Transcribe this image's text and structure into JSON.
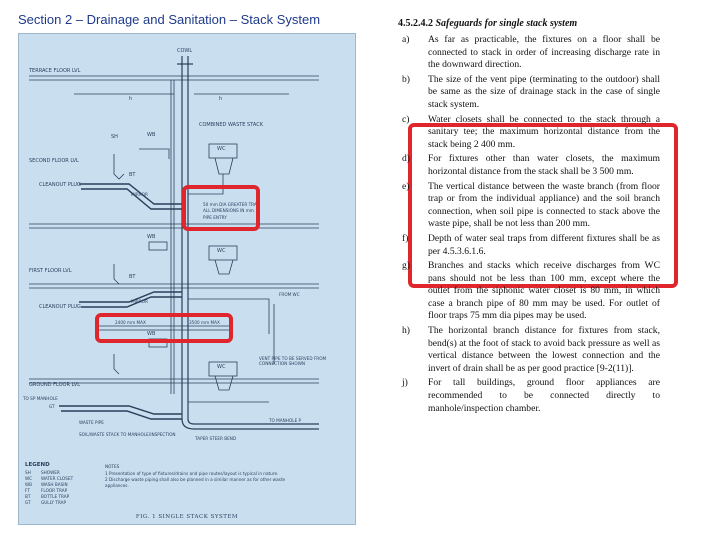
{
  "slide_title": "Section 2 – Drainage and Sanitation – Stack System",
  "figure": {
    "caption": "FIG. 1 SINGLE STACK SYSTEM",
    "labels": {
      "terrace": "TERRACE FLOOR LVL",
      "cowl": "COWL",
      "h1": "h",
      "h2": "h",
      "combined_stack": "COMBINED WASTE STACK",
      "second_floor": "SECOND FLOOR LVL",
      "first_floor": "FIRST FLOOR LVL",
      "ground_floor": "GROUND FLOOR LVL",
      "cleanout_plug_1": "CLEANOUT PLUG",
      "cleanout_plug_2": "CLEANOUT PLUG",
      "wb_1": "WB",
      "wb_2": "WB",
      "wb_3": "WB",
      "wc_1": "WC",
      "wc_2": "WC",
      "wc_3": "WC",
      "bt_1": "BT",
      "bt_2": "BT",
      "sh": "SH",
      "fr_note": "50 mm DIA GREATER TRAP",
      "ft_note": "ALL DIMENSIONS IN mm",
      "pipe_entry": "PIPE ENTRY",
      "mirror_1": "MIRROR",
      "mirror_2": "MIRROR",
      "from_wc": "FROM WC",
      "dim_label_1": "2400 mm MAX",
      "dim_label_2": "3500 mm MAX",
      "vent_note": "VENT PIPE TO BE SERVED FROM CONNECTION SHOWN",
      "to_manhole": "TO SP MANHOLE",
      "waste_pipe": "WASTE PIPE",
      "soil_stack": "SOIL/WASTE STACK TO MANHOLE/INSPECTION",
      "taper": "TAPER STEER BEND",
      "to_manhole_2": "TO MANHOLE P",
      "gt": "GT"
    },
    "legend": {
      "title": "LEGEND",
      "items": [
        {
          "abbr": "SH",
          "desc": "SHOWER"
        },
        {
          "abbr": "WC",
          "desc": "WATER CLOSET"
        },
        {
          "abbr": "WB",
          "desc": "WASH BASIN"
        },
        {
          "abbr": "FT",
          "desc": "FLOOR TRAP"
        },
        {
          "abbr": "BT",
          "desc": "BOTTLE TRAP"
        },
        {
          "abbr": "GT",
          "desc": "GULLY TRAP"
        }
      ],
      "notes_title": "NOTES",
      "notes": [
        "1  Presentation of type of fixtures/drains and pipe routes/layout is typical in nature.",
        "2  Discharge waste piping shall also be planned in a similar manner as for other waste",
        "   appliances."
      ]
    }
  },
  "document": {
    "heading_number": "4.5.2.4.2",
    "heading_title": "Safeguards for single stack system",
    "items": [
      {
        "label": "a)",
        "text": "As far as practicable, the fixtures on a floor shall be connected to stack in order of increasing discharge rate in the downward direction."
      },
      {
        "label": "b)",
        "text": "The size of the vent pipe (terminating to the outdoor) shall be same as the size of drainage stack in the case of single stack system."
      },
      {
        "label": "c)",
        "text": "Water closets shall be connected to the stack through a sanitary tee; the maximum horizontal distance from the stack being 2 400 mm."
      },
      {
        "label": "d)",
        "text": "For fixtures other than water closets, the maximum horizontal distance from the stack shall be 3 500 mm."
      },
      {
        "label": "e)",
        "text": "The vertical distance between the waste branch (from floor trap or from the individual appliance) and the soil branch connection, when soil pipe is connected to stack above the waste pipe, shall be not less than 200 mm."
      },
      {
        "label": "f)",
        "text": "Depth of water seal traps from different fixtures shall be as per 4.5.3.6.1.6."
      },
      {
        "label": "g)",
        "text": "Branches and stacks which receive discharges from WC pans should not be less than 100 mm, except where the outlet from the siphonic water closet is 80 mm, in which case a branch pipe of 80 mm may be used. For outlet of floor traps 75 mm dia pipes may be used."
      },
      {
        "label": "h)",
        "text": "The horizontal branch distance for fixtures from stack, bend(s) at the foot of stack to avoid back pressure as well as vertical distance between the lowest connection and the invert of drain shall be as per good practice [9-2(11)]."
      },
      {
        "label": "j)",
        "text": "For tall buildings, ground floor appliances are recommended to be connected directly to manhole/inspection chamber."
      }
    ]
  },
  "colors": {
    "title": "#1f3a8a",
    "figure_bg": "#c9dff0",
    "pipe": "#2b3f5a",
    "highlight": "#e0262d"
  }
}
